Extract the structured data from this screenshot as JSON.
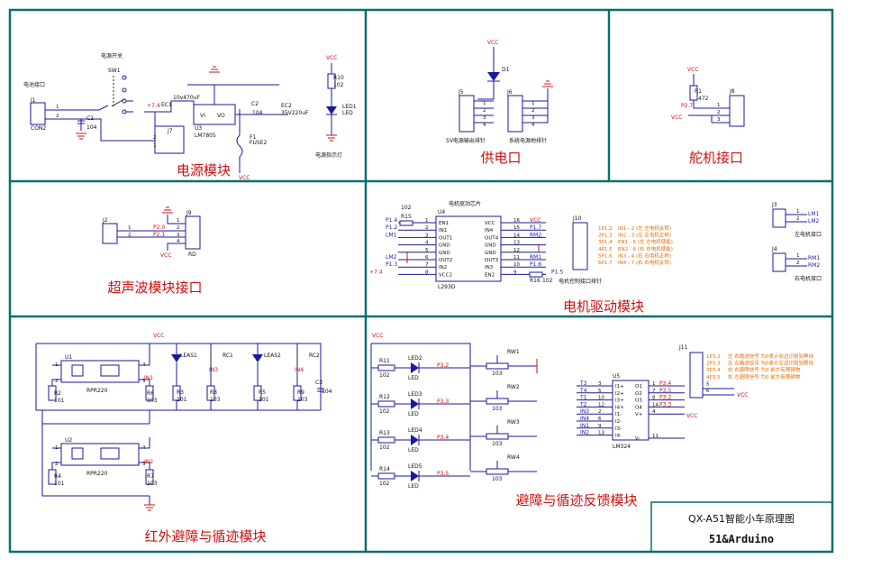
{
  "title_block": {
    "name": "QX-A51智能小车原理图",
    "subtitle": "51&Arduino"
  },
  "sections": {
    "power": "电源模块",
    "supply": "供电口",
    "servo": "舵机接口",
    "ultrasonic": "超声波模块接口",
    "motor": "电机驱动模块",
    "ir": "红外避障与循迹模块",
    "feedback": "避障与循迹反馈模块"
  },
  "power": {
    "battery_label": "电池接口",
    "j1": "J1",
    "con2": "CON2",
    "switch_label": "电源开关",
    "sw1": "SW1",
    "c1": "C1",
    "c1v": "104",
    "ec1": "EC1",
    "ec1v": "10v470uF",
    "v74": "+7.4",
    "u3": "U3",
    "lm": "LM7805",
    "vi": "VI",
    "vo": "VO",
    "j7": "J7",
    "c2": "C2",
    "c2v": "104",
    "ec2": "EC2",
    "ec2v": "35V220uF",
    "f1": "F1",
    "fuse": "FUSE2",
    "vcc": "VCC",
    "r10": "R10",
    "r10v": "102",
    "led1": "LED1",
    "ledt": "LED",
    "ind": "电源指示灯"
  },
  "supply": {
    "vcc": "VCC",
    "d1": "D1",
    "j5": "J5",
    "j6": "J6",
    "j5l": "5V电源输出排针",
    "j6l": "系统电源地排针",
    "pins": [
      "1",
      "2",
      "3",
      "4"
    ]
  },
  "servo": {
    "vcc": "VCC",
    "r1": "R1",
    "r1v": "472",
    "j8": "J8",
    "p27": "P2.7",
    "vcc2": "VCC",
    "pins": [
      "1",
      "2",
      "3"
    ]
  },
  "ultrasonic": {
    "j2": "J2",
    "j9": "J9",
    "p20": "P2.0",
    "p21": "P2.1",
    "vcc": "VCC",
    "rd": "RD",
    "pins": [
      "1",
      "2",
      "3",
      "4"
    ]
  },
  "motor": {
    "chip_label": "电机驱动芯片",
    "u4": "U4",
    "r15": "R15",
    "r15v": "102",
    "model": "L293D",
    "left_pins": [
      "EN1",
      "IN1",
      "OUT1",
      "GND",
      "GND",
      "OUT2",
      "IN2",
      "VCC2"
    ],
    "right_pins": [
      "VCC",
      "IN4",
      "OUT4",
      "GND",
      "GND",
      "OUT3",
      "IN3",
      "EN2"
    ],
    "left_nums": [
      "1",
      "2",
      "3",
      "4",
      "5",
      "6",
      "7",
      "8"
    ],
    "right_nums": [
      "16",
      "15",
      "14",
      "13",
      "12",
      "11",
      "10",
      "9"
    ],
    "left_nets": [
      "P1.4",
      "P1.2",
      "LM1",
      "",
      "",
      "LM2",
      "P1.3",
      "+7.4"
    ],
    "right_nets": [
      "VCC",
      "P1.7",
      "RM2",
      "",
      "",
      "RM1",
      "P1.6",
      "P1.5"
    ],
    "r16": "R16",
    "r16v": "102",
    "j10": "J10",
    "j10l": "电机控制接口排针",
    "j10_rows": [
      "1P1.2",
      "2P1.3",
      "3P1.4",
      "4P1.5",
      "5P1.6",
      "6P1.7"
    ],
    "j10_desc": [
      "IN1 - 2 (左 左电机反转)",
      "IN2 - 3 (左 左电机正转)",
      "EN1 - 6 (左 左电机使能)",
      "EN2 - 6 (右 右电机使能)",
      "IN3 - 4 (右 右电机正转)",
      "IN4 - 7 (右 右电机反转)"
    ],
    "j3": "J3",
    "j4": "J4",
    "lm1": "LM1",
    "lm2": "LM2",
    "rm1": "RM1",
    "rm2": "RM2",
    "left_if": "左电机接口",
    "right_if": "右电机接口"
  },
  "ir": {
    "vcc": "VCC",
    "u1": "U1",
    "u2": "U2",
    "rpr": "RPR220",
    "r2": "R2",
    "r3": "R3",
    "r4": "R4",
    "r5": "R5",
    "r6": "R6",
    "r7": "R7",
    "r8": "R8",
    "r9": "R9",
    "rv101": "101",
    "rv103": "103",
    "leas1": "LEAS1",
    "leas2": "LEAS2",
    "rc1": "RC1",
    "rc2": "RC2",
    "in1": "IN1",
    "in2": "IN2",
    "in3": "IN3",
    "in4": "IN4",
    "c3": "C3",
    "c3v": "104"
  },
  "feedback": {
    "vcc": "VCC",
    "r": [
      "R11",
      "R12",
      "R13",
      "R14"
    ],
    "rv": "102",
    "leds": [
      "LED2",
      "LED3",
      "LED4",
      "LED5"
    ],
    "ledt": "LED",
    "pnets": [
      "P3.2",
      "P3.3",
      "P3.4",
      "P3.5"
    ],
    "rw": [
      "RW1",
      "RW2",
      "RW3",
      "RW4"
    ],
    "rwv": "103",
    "u5": "U5",
    "lm324": "LM324",
    "lnets": [
      "T3",
      "T4",
      "T1",
      "T2",
      "IN3",
      "IN4",
      "IN1",
      "IN2"
    ],
    "lnums": [
      "3",
      "5",
      "10",
      "12",
      "2",
      "6",
      "9",
      "13"
    ],
    "lpins": [
      "I1+",
      "I2+",
      "I3+",
      "I4+",
      "I1-",
      "I2-",
      "I3-",
      "I4-"
    ],
    "rnums": [
      "1",
      "7",
      "8",
      "14",
      "4",
      "11"
    ],
    "rpins": [
      "O1",
      "O2",
      "O3",
      "O4",
      "V+",
      "V-"
    ],
    "rnets": [
      "P3.4",
      "P3.5",
      "P3.2",
      "P3.3"
    ],
    "j11": "J11",
    "j11_rows": [
      "1P3.2",
      "2P3.3",
      "3P3.4",
      "4P3.5",
      "5",
      "6"
    ],
    "j11_desc": [
      "左 右循迹信号 为0表示右边识别到黑线",
      "左 左循迹信号 为0表示左边识别到黑线",
      "右 右避障信号 为0 前方有障碍物",
      "右 左避障信号 为0 前方有障碍物"
    ]
  }
}
